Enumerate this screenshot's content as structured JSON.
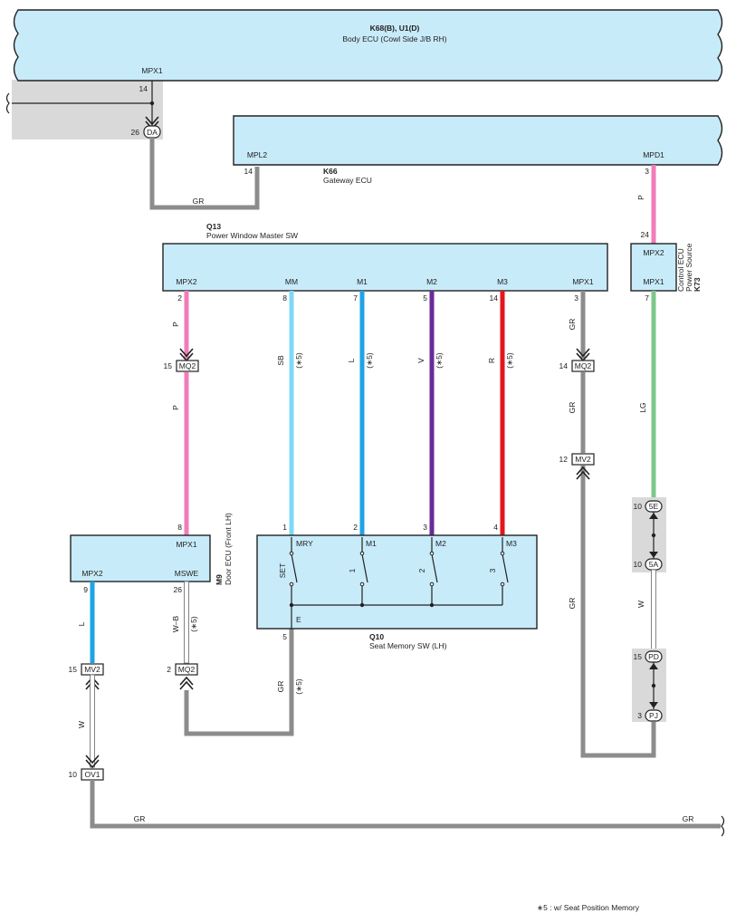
{
  "colors": {
    "ecu_fill": "#c8ebfa",
    "GR": "#8c8c8c",
    "P": "#f07cb8",
    "SB": "#80d8f5",
    "L": "#1ea3e6",
    "V": "#6a2a9a",
    "R": "#e3161c",
    "LG": "#7cc88a",
    "W": "#ffffff"
  },
  "body_ecu": {
    "code": "K68(B), U1(D)",
    "name": "Body ECU (Cowl Side J/B RH)",
    "conn": "MPX1",
    "pin": "14"
  },
  "conn_da": {
    "name": "DA",
    "pin": "26"
  },
  "gateway_ecu": {
    "code": "K66",
    "name": "Gateway ECU",
    "mpl2": "MPL2",
    "mpl2_pin": "14",
    "mpd1": "MPD1",
    "mpd1_pin": "3"
  },
  "wire_gr_top": "GR",
  "wire_p_gateway": "P",
  "pw_master": {
    "code": "Q13",
    "name": "Power Window Master SW",
    "terms": [
      "MPX2",
      "MM",
      "M1",
      "M2",
      "M3",
      "MPX1"
    ],
    "pins": [
      "2",
      "8",
      "7",
      "5",
      "14",
      "3"
    ]
  },
  "psc_ecu": {
    "code": "K73",
    "name1": "Power Source",
    "name2": "Control ECU",
    "mpx2": "MPX2",
    "mpx2_pin": "24",
    "mpx1": "MPX1",
    "mpx1_pin": "7"
  },
  "wires": {
    "p": "P",
    "sb": "SB",
    "l": "L",
    "v": "V",
    "r": "R",
    "gr": "GR",
    "lg": "LG",
    "w": "W",
    "wb": "W–B",
    "note": "(∗5)"
  },
  "mq2": "MQ2",
  "mq2_pin_left": "15",
  "mq2_pin_right": "14",
  "mq2_pin_lower": "2",
  "mv2": "MV2",
  "mv2_pin_right": "12",
  "mv2_pin_left": "15",
  "conn_5e": {
    "name": "5E",
    "pin": "10"
  },
  "conn_5a": {
    "name": "5A",
    "pin": "10"
  },
  "conn_pd": {
    "name": "PD",
    "pin": "15"
  },
  "conn_pj": {
    "name": "PJ",
    "pin": "3"
  },
  "door_ecu": {
    "code": "M9",
    "name": "Door ECU (Front LH)",
    "mpx1": "MPX1",
    "mpx1_pin": "8",
    "mpx2": "MPX2",
    "mpx2_pin": "9",
    "mswe": "MSWE",
    "mswe_pin": "26"
  },
  "seat_mem": {
    "code": "Q10",
    "name": "Seat Memory SW (LH)",
    "terms": [
      "MRY",
      "M1",
      "M2",
      "M3"
    ],
    "pins": [
      "1",
      "2",
      "3",
      "4"
    ],
    "switches": [
      "SET",
      "1",
      "2",
      "3"
    ],
    "e": "E",
    "e_pin": "5"
  },
  "ov1": {
    "name": "OV1",
    "pin": "10"
  },
  "wire_gr_bottom_left": "GR",
  "wire_gr_bottom_right": "GR",
  "footnote": "∗5 : w/ Seat Position Memory"
}
